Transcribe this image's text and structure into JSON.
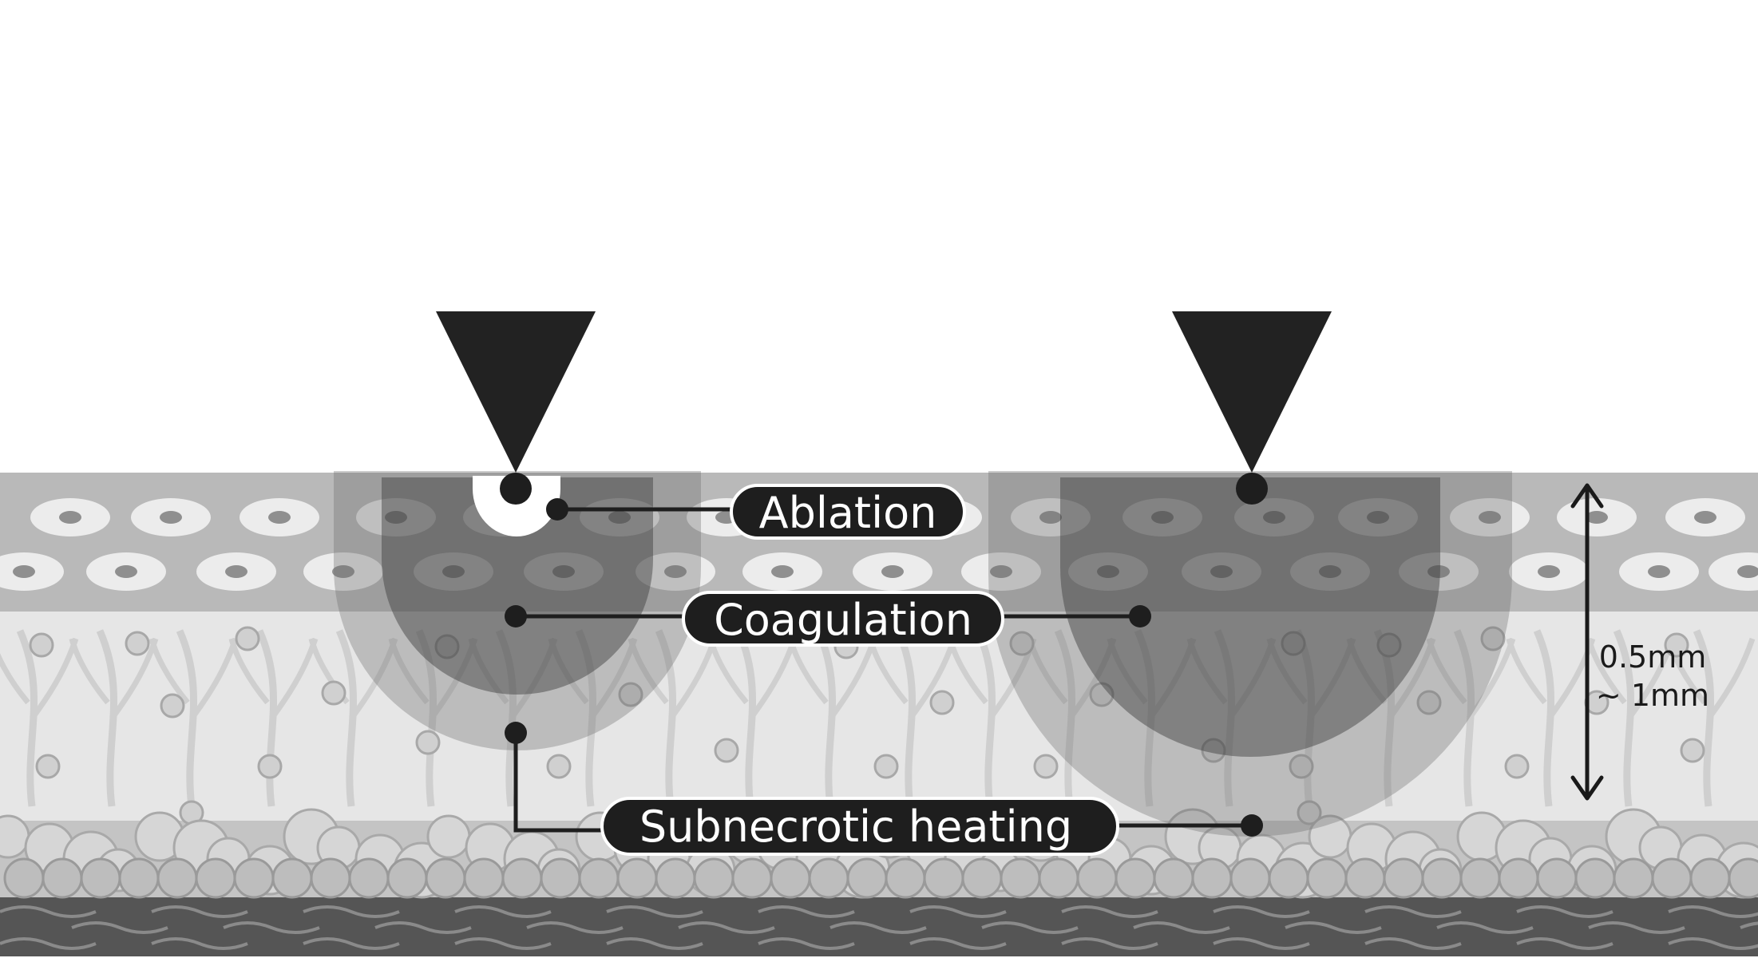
{
  "labels": {
    "ablation": "Ablation",
    "coagulation": "Coagulation",
    "subnecrotic": "Subnecrotic heating"
  },
  "dimension": {
    "line1": "0.5mm",
    "line2": "~ 1mm"
  },
  "colors": {
    "epidermis": "#b9b9b9",
    "dermis": "#e6e6e6",
    "subcutis": "#c4c4c4",
    "base": "#555555",
    "beam": "#222222",
    "coagulation_zone": "#5c5c5c",
    "heating_zone": "#8a8a8a",
    "label_pill": "#1e1e1e"
  },
  "icons": {
    "laser_beam": "inverted-triangle-icon",
    "dimension_arrow": "double-arrow-icon"
  }
}
